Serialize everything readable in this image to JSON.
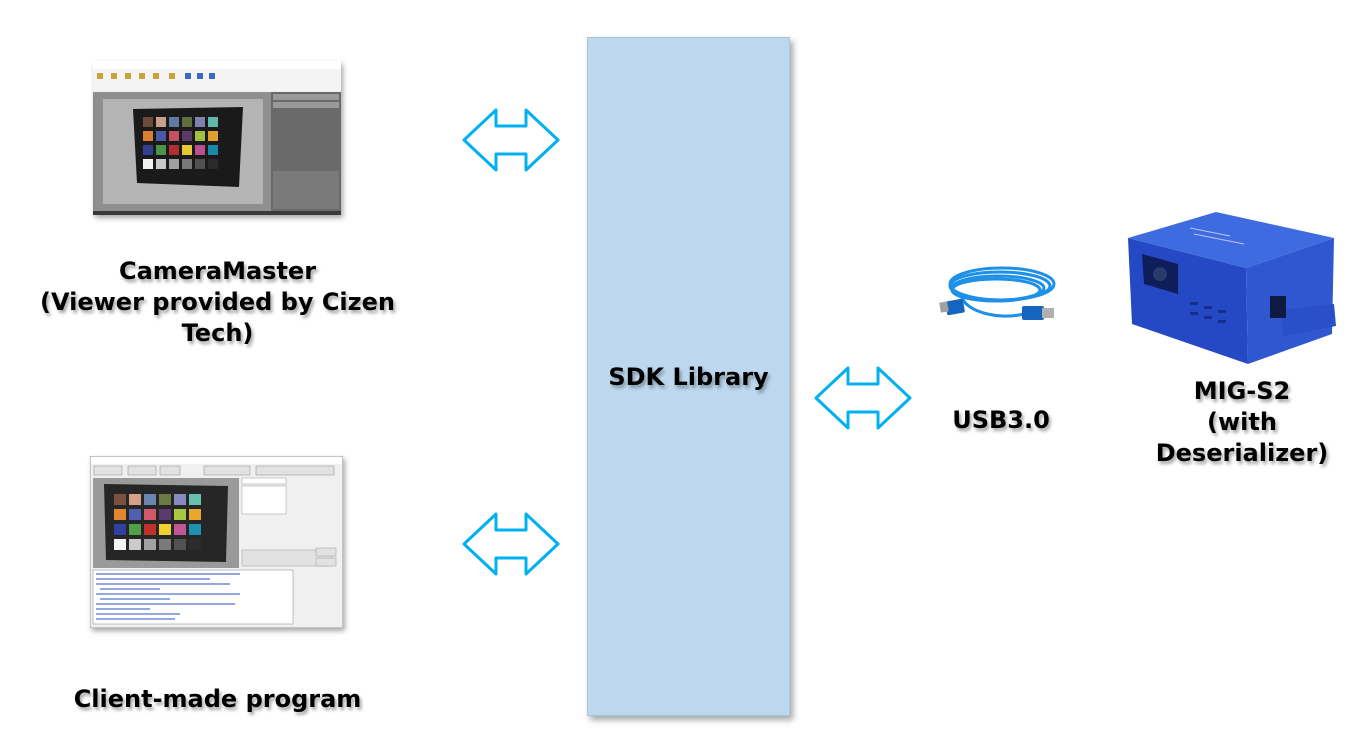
{
  "diagram": {
    "sdk_box": {
      "label": "SDK Library",
      "color": "#bdd7ee"
    },
    "camera_master": {
      "line1": "CameraMaster",
      "line2": "(Viewer provided by Cizen Tech)"
    },
    "client_program": {
      "label": "Client-made program"
    },
    "usb": {
      "label": "USB3.0"
    },
    "mig": {
      "line1": "MIG-S2",
      "line2": "(with Deserializer)"
    },
    "arrow_color": "#00b0f0",
    "device_color": "#2f5bd4"
  }
}
